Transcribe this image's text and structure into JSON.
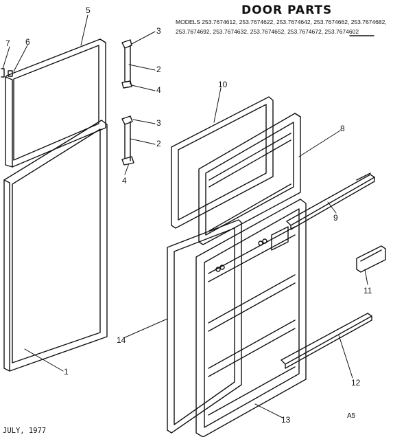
{
  "title": "DOOR PARTS",
  "models_line1": "MODELS 253.7674612, 253.7674622, 253.7674642, 253.7674662, 253.7674682,",
  "models_line2": "253.7674692, 253.7674632, 253.7674652, 253.7674672, 253.7674602",
  "date": "JULY, 1977",
  "sheet_code": "A5",
  "callouts": {
    "c1": "1",
    "c2a": "2",
    "c2b": "2",
    "c3a": "3",
    "c3b": "3",
    "c4a": "4",
    "c4b": "4",
    "c5": "5",
    "c6": "6",
    "c7": "7",
    "c8": "8",
    "c9": "9",
    "c10": "10",
    "c11": "11",
    "c12": "12",
    "c13": "13",
    "c14": "14"
  }
}
